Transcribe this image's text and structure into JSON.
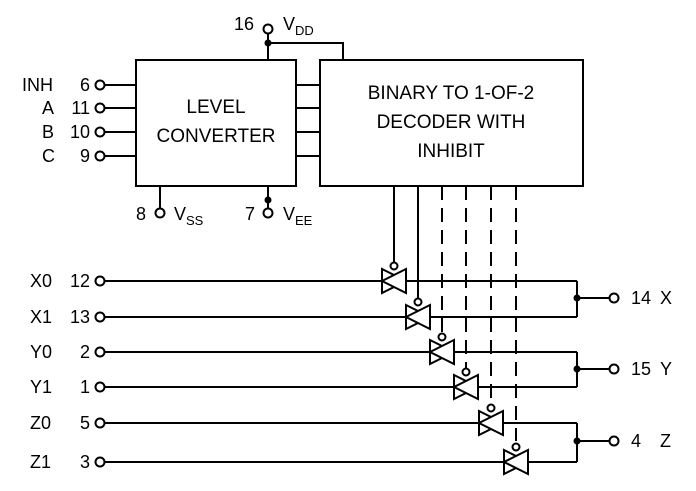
{
  "power": {
    "vdd": {
      "pin": "16",
      "name": "V",
      "sub": "DD"
    },
    "vss": {
      "pin": "8",
      "name": "V",
      "sub": "SS"
    },
    "vee": {
      "pin": "7",
      "name": "V",
      "sub": "EE"
    }
  },
  "blocks": {
    "level_converter": [
      "LEVEL",
      "CONVERTER"
    ],
    "decoder": [
      "BINARY TO 1-OF-2",
      "DECODER WITH",
      "INHIBIT"
    ]
  },
  "control_inputs": [
    {
      "name": "INH",
      "pin": "6"
    },
    {
      "name": "A",
      "pin": "11"
    },
    {
      "name": "B",
      "pin": "10"
    },
    {
      "name": "C",
      "pin": "9"
    }
  ],
  "channel_inputs": [
    {
      "name": "X0",
      "pin": "12"
    },
    {
      "name": "X1",
      "pin": "13"
    },
    {
      "name": "Y0",
      "pin": "2"
    },
    {
      "name": "Y1",
      "pin": "1"
    },
    {
      "name": "Z0",
      "pin": "5"
    },
    {
      "name": "Z1",
      "pin": "3"
    }
  ],
  "outputs": [
    {
      "pin": "14",
      "name": "X"
    },
    {
      "pin": "15",
      "name": "Y"
    },
    {
      "pin": "4",
      "name": "Z"
    }
  ]
}
